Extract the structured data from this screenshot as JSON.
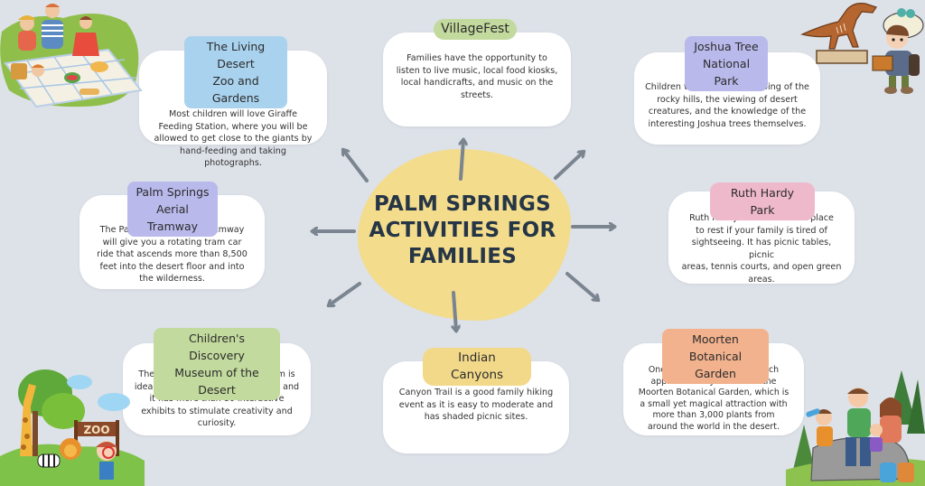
{
  "title": "PALM SPRINGS ACTIVITIES FOR FAMILIES",
  "title_lines": [
    "PALM SPRINGS",
    "ACTIVITIES FOR",
    "FAMILIES"
  ],
  "colors": {
    "background": "#dde1e8",
    "blob": "#f3dc8c",
    "title_text": "#263646",
    "arrow": "#7b8590",
    "label_blue": "#a9d2ee",
    "label_green": "#c3da9e",
    "label_purple": "#b9b9ec",
    "label_pink": "#efb9cc",
    "label_yellow": "#f2d98a",
    "label_orange": "#f2b28e"
  },
  "activities": [
    {
      "id": "living-desert",
      "label_lines": [
        "The Living Desert",
        "Zoo and Gardens"
      ],
      "text_lines": [
        "Most children will love Giraffe",
        "Feeding Station, where you will be",
        "allowed to get close to the giants by",
        "hand-feeding and taking photographs."
      ],
      "label_color": "blue"
    },
    {
      "id": "villagefest",
      "label_lines": [
        "VillageFest"
      ],
      "text_lines": [
        "Families have the opportunity to",
        "listen to live music, local food kiosks,",
        "local handicrafts, and music on the",
        "streets."
      ],
      "label_color": "green"
    },
    {
      "id": "joshua-tree",
      "label_lines": [
        "Joshua Tree",
        "National Park"
      ],
      "text_lines": [
        "Children will enjoy the climbing of the",
        "rocky hills, the viewing of desert",
        "creatures, and the knowledge of the",
        "interesting Joshua trees themselves."
      ],
      "label_color": "purple"
    },
    {
      "id": "aerial-tramway",
      "label_lines": [
        "Palm Springs",
        "Aerial Tramway"
      ],
      "text_lines": [
        "The Palm Springs Aerial Tramway",
        "will give you a rotating tram car",
        "ride that ascends more than 8,500",
        "feet into the desert floor and into",
        "the wilderness."
      ],
      "label_color": "purple"
    },
    {
      "id": "ruth-hardy",
      "label_lines": [
        "Ruth Hardy Park"
      ],
      "text_lines": [
        "Ruth Hardy Park is the best place",
        "to rest if your family is tired of",
        "sightseeing. It has picnic tables, picnic",
        "areas, tennis courts, and open green",
        "areas."
      ],
      "label_color": "pink"
    },
    {
      "id": "discovery-museum",
      "label_lines": [
        "Children's Discovery",
        "Museum of the Desert"
      ],
      "text_lines": [
        "The Children's Discovery Museum is",
        "ideal when one has younger kids, and",
        "it has more than 80 interactive",
        "exhibits to stimulate creativity and",
        "curiosity."
      ],
      "label_color": "green"
    },
    {
      "id": "indian-canyons",
      "label_lines": [
        "Indian Canyons"
      ],
      "text_lines": [
        "Canyon Trail is a good family hiking",
        "event as it is easy to moderate and",
        "has shaded picnic sites."
      ],
      "label_color": "yellow"
    },
    {
      "id": "moorten",
      "label_lines": [
        "Moorten Botanical",
        "Garden"
      ],
      "text_lines": [
        "One of the places that is much",
        "appreciated by families is the",
        "Moorten Botanical Garden, which is",
        "a small yet magical attraction with",
        "more than 3,000 plants from",
        "around the world in the desert."
      ],
      "label_color": "orange"
    }
  ],
  "illustrations": [
    {
      "position": "top-left",
      "icon": "family-picnic-illustration"
    },
    {
      "position": "top-right",
      "icon": "dinosaur-explorer-illustration"
    },
    {
      "position": "bottom-left",
      "icon": "zoo-animals-illustration",
      "sign_text": "ZOO"
    },
    {
      "position": "bottom-right",
      "icon": "family-hiking-illustration"
    }
  ]
}
